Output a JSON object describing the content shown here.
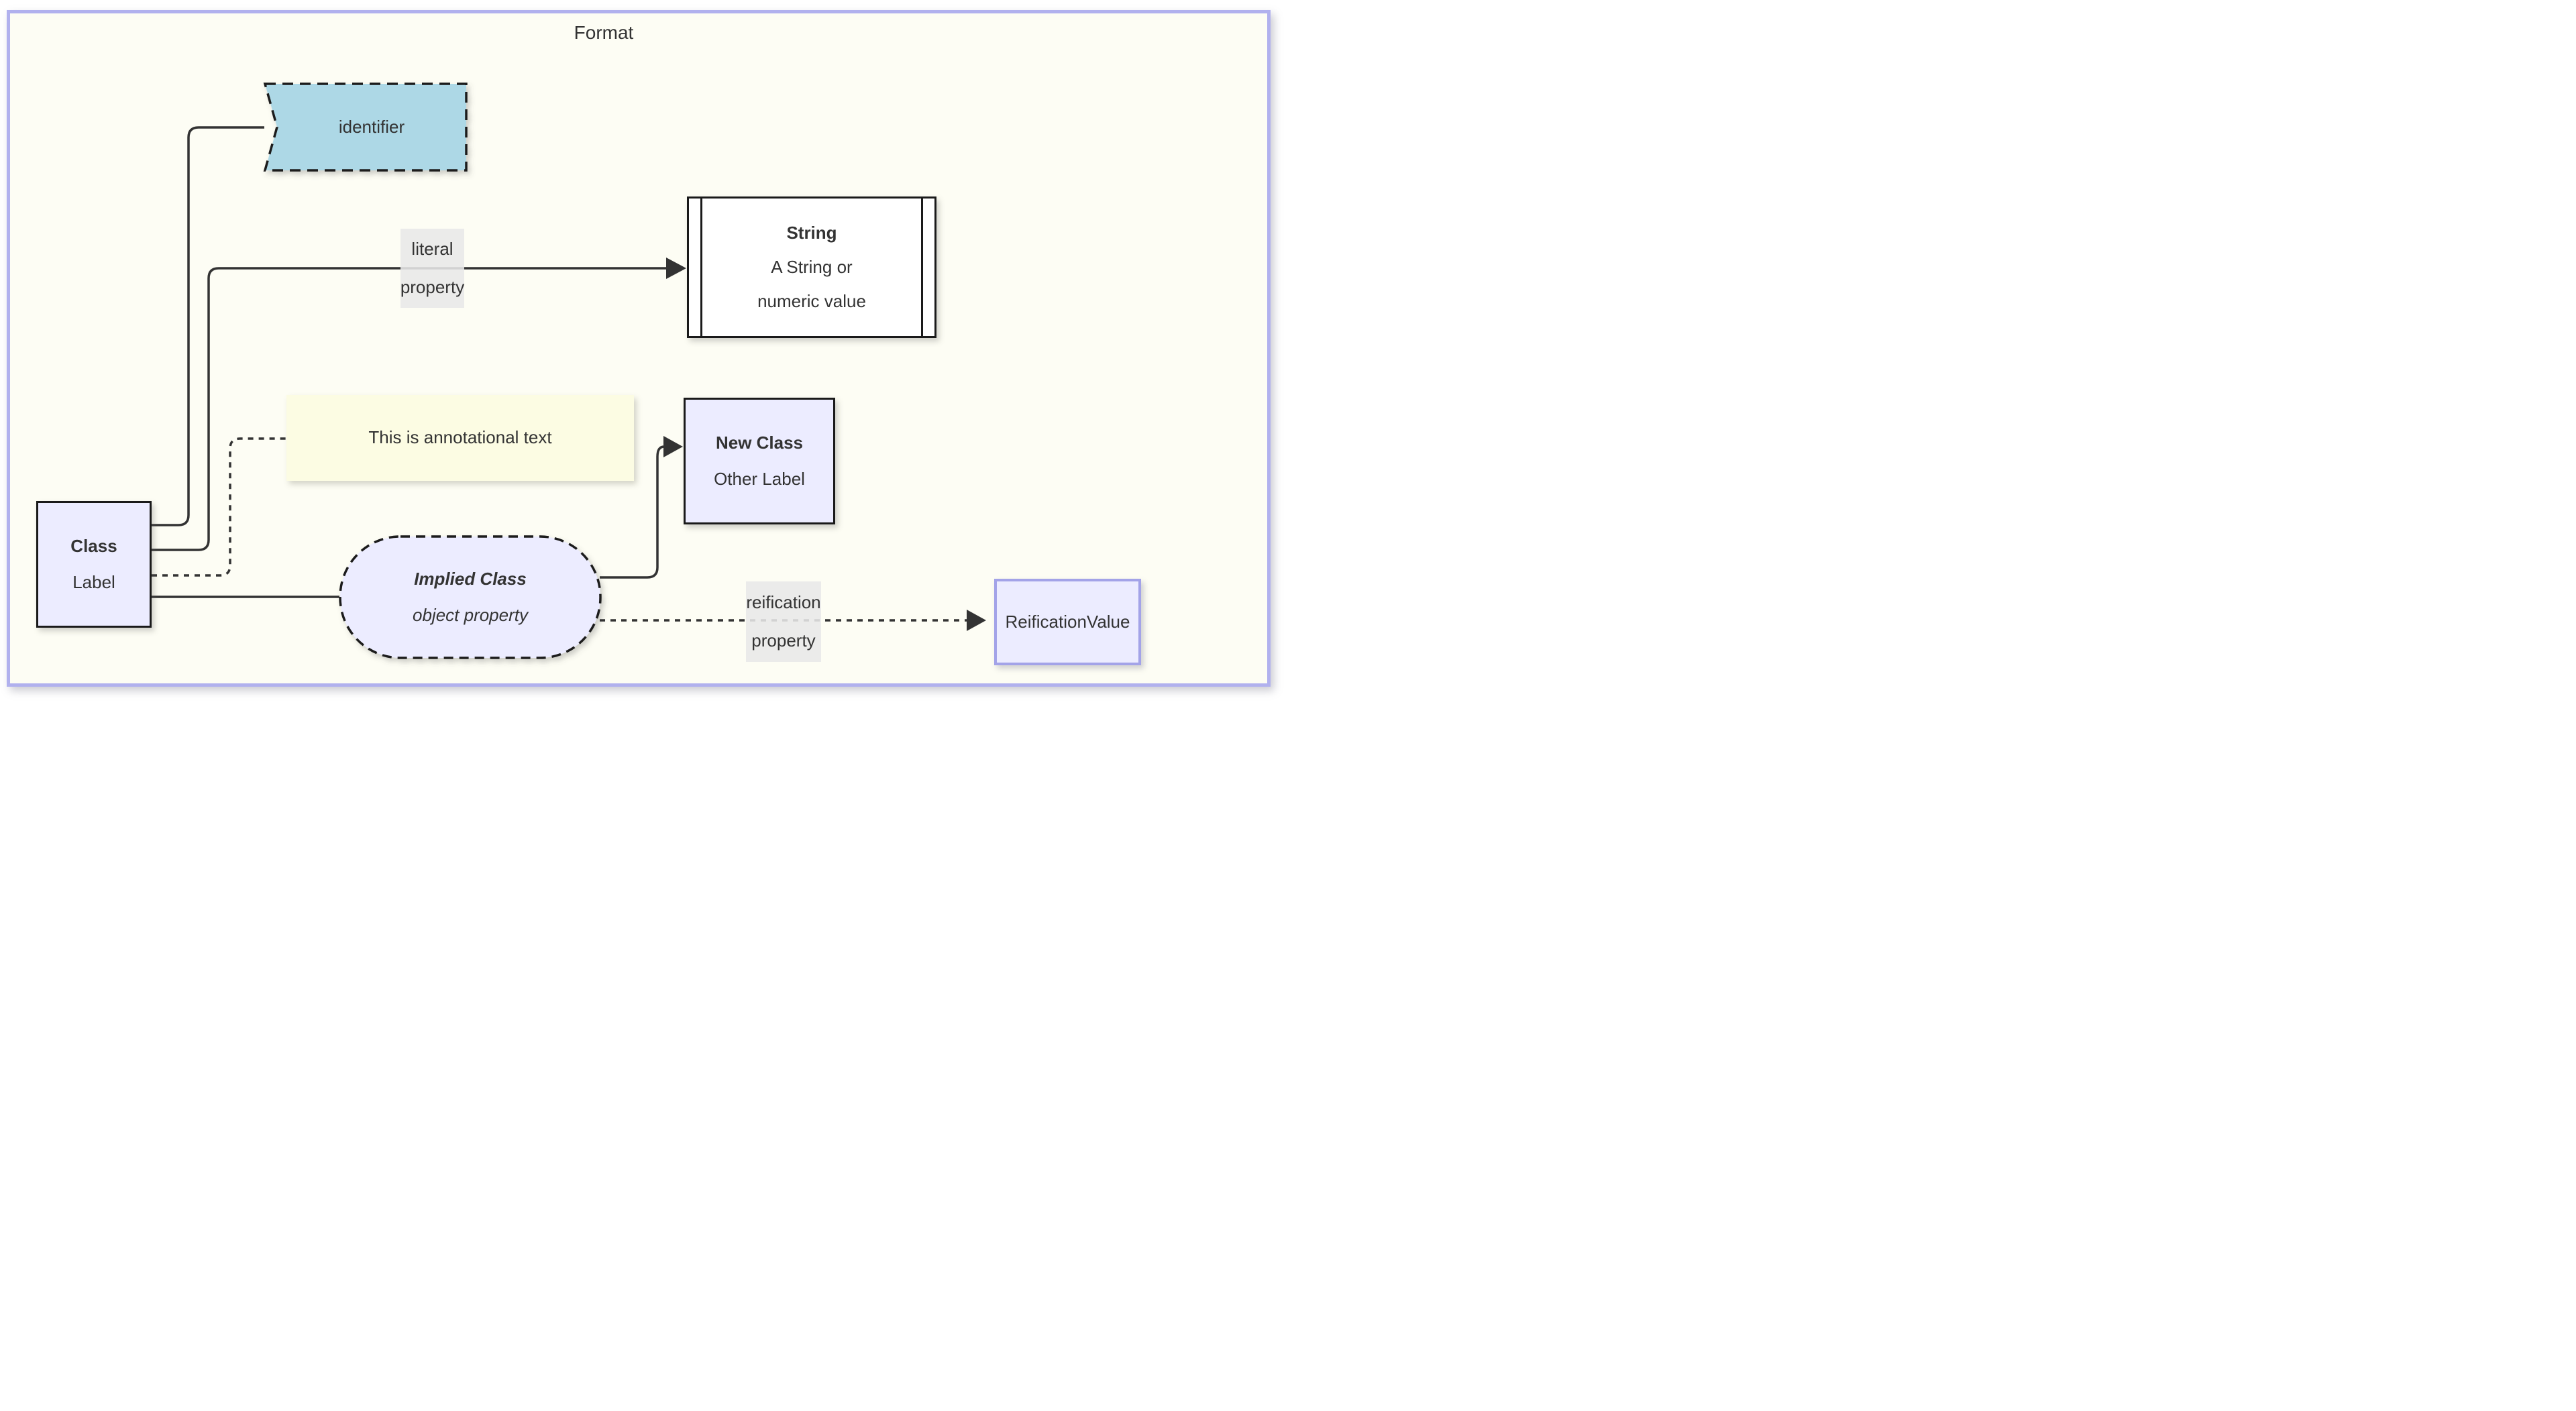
{
  "diagram": {
    "title": "Format",
    "nodes": {
      "class": {
        "title": "Class",
        "subtitle": "Label"
      },
      "identifier": {
        "label": "identifier"
      },
      "string": {
        "title": "String",
        "desc_line1": "A String or",
        "desc_line2": "numeric value"
      },
      "note": {
        "label": "This is annotational text"
      },
      "new_class": {
        "title": "New Class",
        "subtitle": "Other Label"
      },
      "implied_class": {
        "title": "Implied Class",
        "subtitle": "object property"
      },
      "reification_value": {
        "label": "ReificationValue"
      }
    },
    "edge_labels": {
      "literal": {
        "line1": "literal",
        "line2": "property"
      },
      "reification": {
        "line1": "reification",
        "line2": "property"
      }
    },
    "colors": {
      "canvas_fill": "#fdfdf4",
      "canvas_border": "#b1b1ee",
      "node_fill": "#ECECFF",
      "node_border": "#1a1a1a",
      "identifier_fill": "#ADD8E6",
      "note_fill": "#fcfce3",
      "edge_color": "#333333",
      "edge_label_background": "#e8e8e8",
      "reification_border": "#a3a3e8",
      "text_color": "#333333"
    }
  }
}
